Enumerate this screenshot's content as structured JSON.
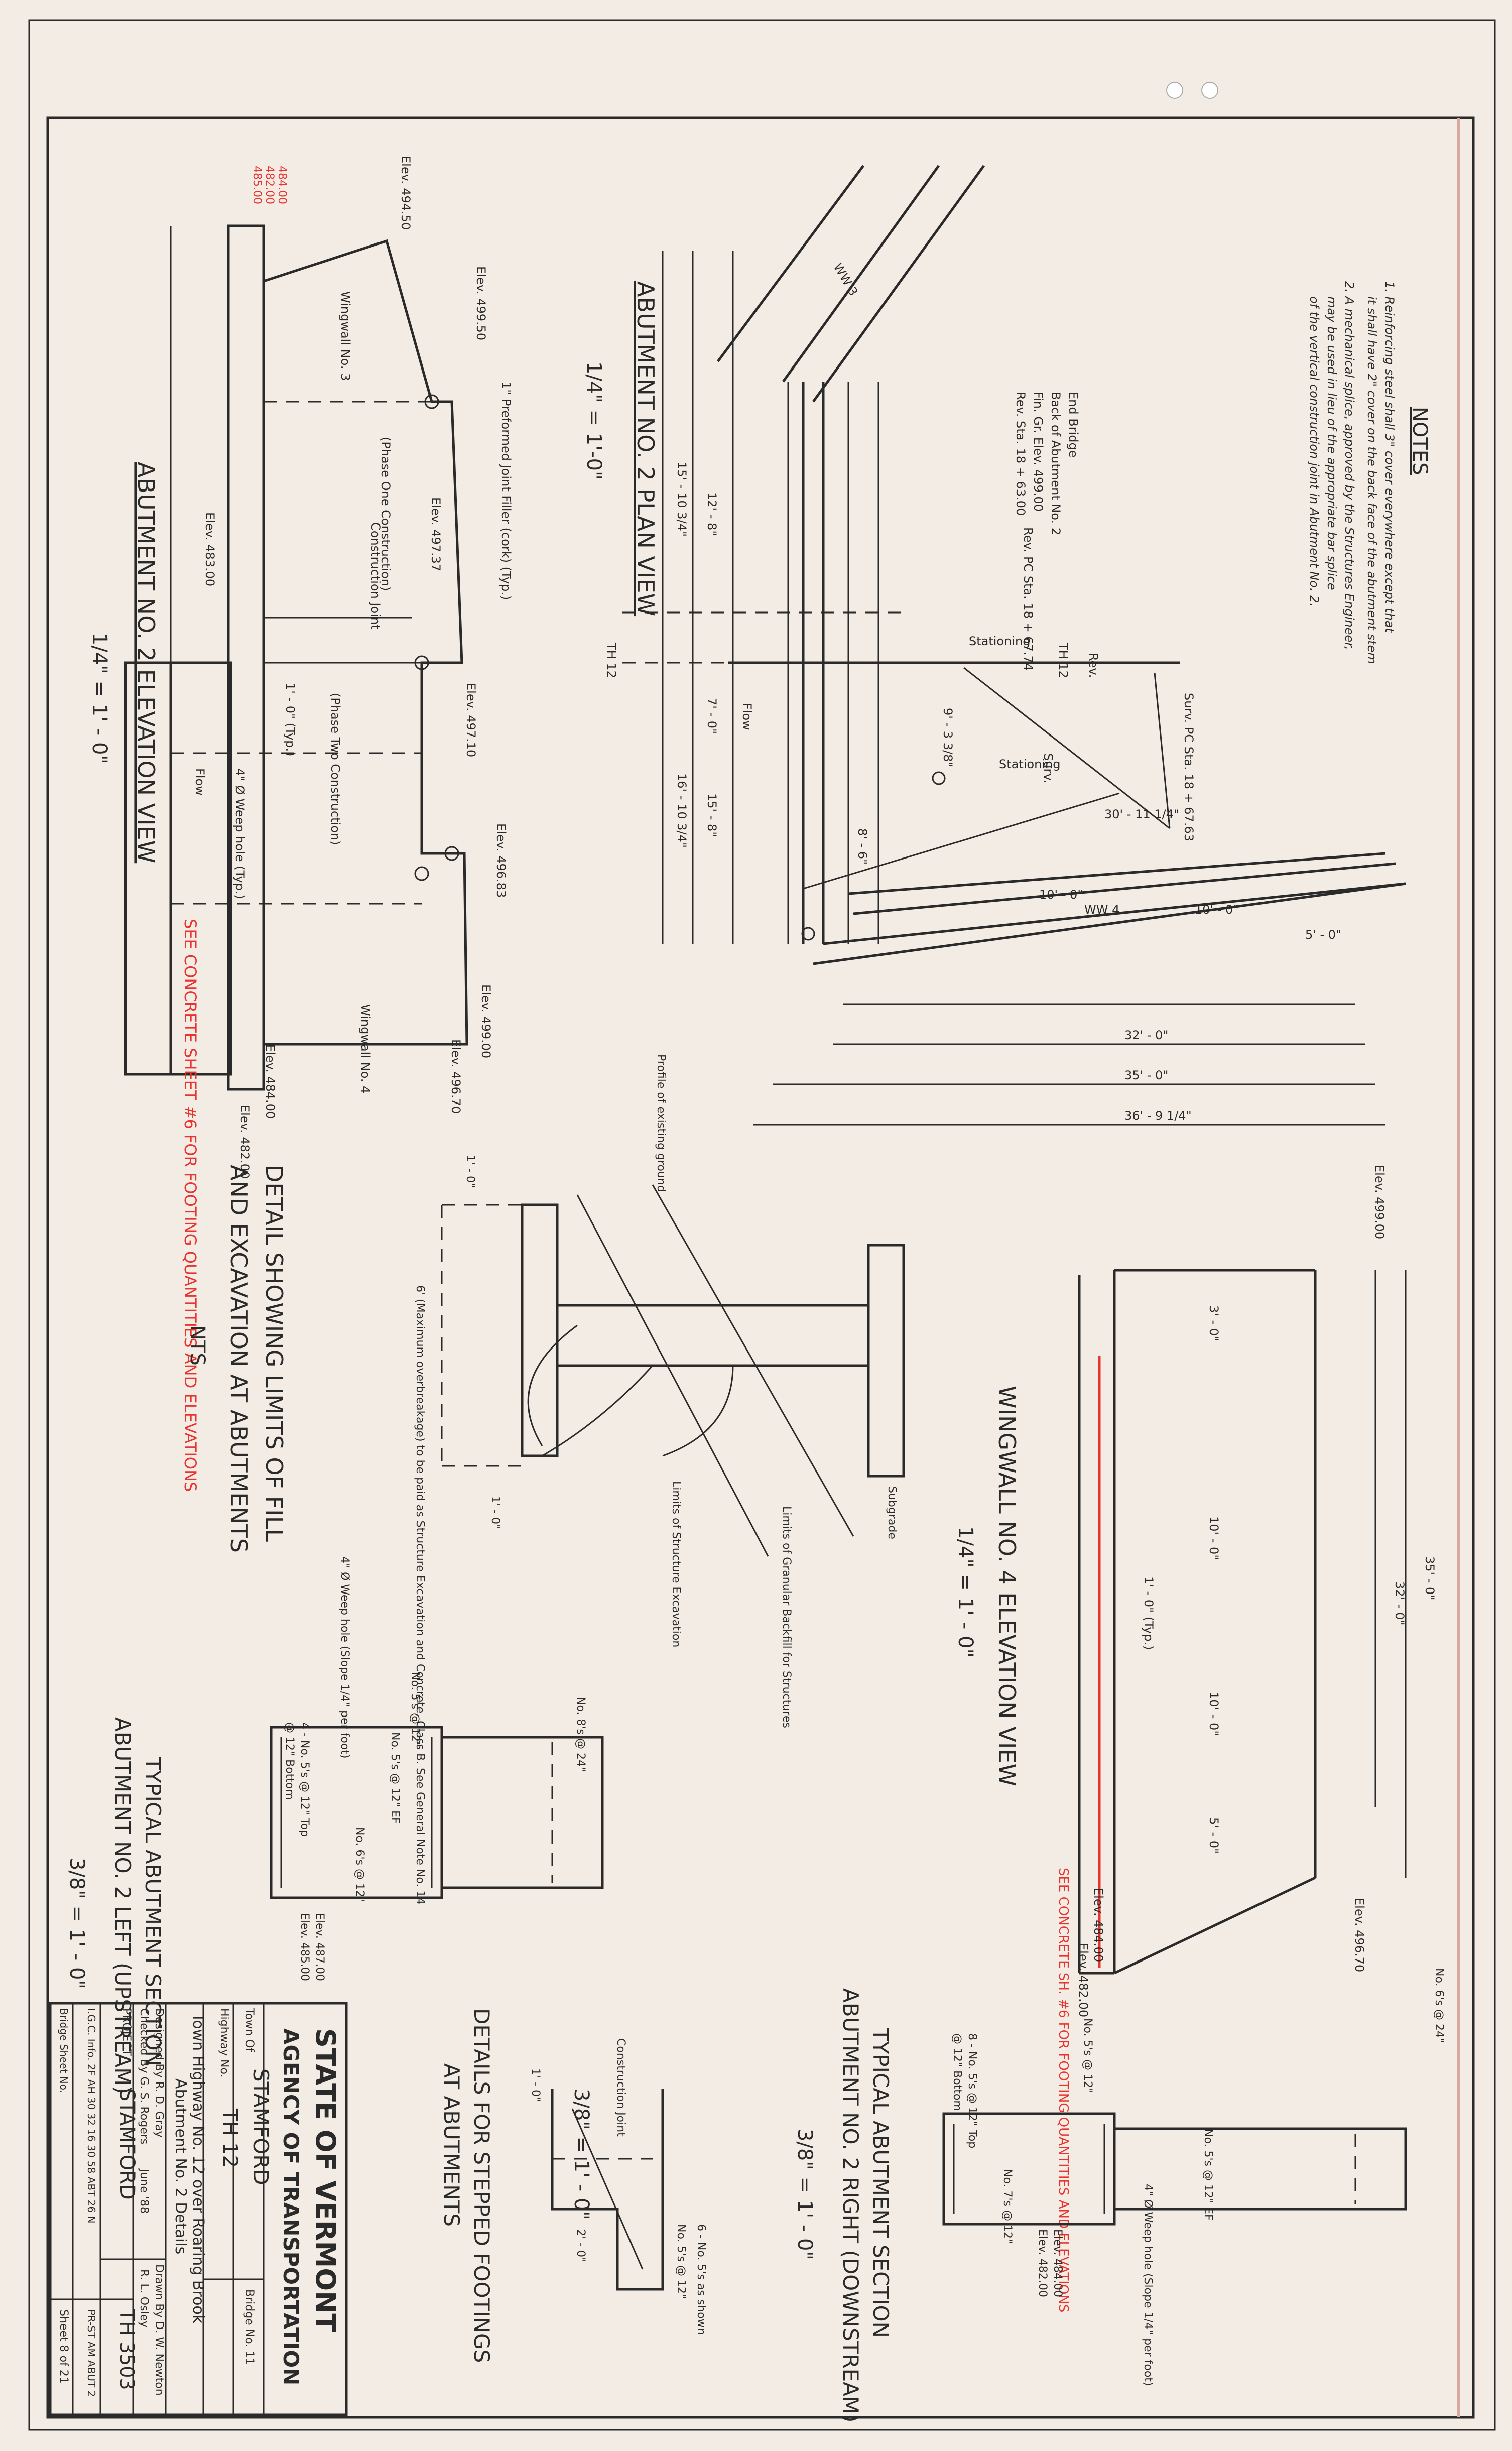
{
  "notes": {
    "title": "NOTES",
    "items": [
      "1. Reinforcing steel shall 3\" cover everywhere except that",
      "it shall have 2\" cover on the back face of the abutment stem",
      "2. A mechanical splice, approved by the Structures Engineer,",
      "may be used in lieu of the appropriate bar splice",
      "of the vertical construction joint in Abutment No. 2."
    ]
  },
  "plan_view": {
    "title": "ABUTMENT NO. 2 PLAN VIEW",
    "scale": "1/4\" = 1'-0\"",
    "labels": [
      "End Bridge",
      "Back of Abutment No. 2",
      "Fin. Gr. Elev. 499.00",
      "Rev. Sta. 18 + 63.00",
      "Rev. PC Sta. 18 + 67.74",
      "Surv. PC Sta. 18 + 67.63",
      "Stationing",
      "Stationing",
      "Flow",
      "WW 3",
      "WW 4",
      "TH 12",
      "TH 12",
      "Rev.",
      "Surv.",
      "30' - 11 1/4\"",
      "32' - 0\"",
      "35' - 0\"",
      "36' - 9 1/4\"",
      "10' - 0\"",
      "10' - 0\"",
      "5' - 0\"",
      "15' - 10 3/4\"",
      "16' - 10 3/4\"",
      "12' - 8\"",
      "15' - 8\"",
      "7' - 0\"",
      "9' - 3 3/8\"",
      "8' - 6\""
    ]
  },
  "elevation_view": {
    "title": "ABUTMENT NO. 2 ELEVATION VIEW",
    "scale": "1/4\" = 1' - 0\"",
    "labels": [
      "Elev. 494.50",
      "Elev. 499.50",
      "Elev. 497.37",
      "Elev. 497.10",
      "Elev. 496.83",
      "Elev. 499.00",
      "Elev. 496.70",
      "Elev. 484.00",
      "Elev. 482.00",
      "Elev. 483.00",
      "1\" Preformed Joint Filler (cork) (Typ.)",
      "(Phase One Construction)",
      "Construction Joint",
      "(Phase Two Construction)",
      "Wingwall No. 3",
      "Wingwall No. 4",
      "4\" Ø Weep hole (Typ.)",
      "Flow",
      "1' - 0\" (Typ.)"
    ],
    "red_note": "SEE CONCRETE SHEET #6 FOR FOOTING QUANTITIES AND ELEVATIONS"
  },
  "red_elevations": [
    "484.00",
    "482.00",
    "485.00"
  ],
  "detail_limits": {
    "title_1": "DETAIL SHOWING LIMITS OF FILL",
    "title_2": "AND EXCAVATION AT ABUTMENTS",
    "scale": "NTS",
    "labels": [
      "Profile of existing ground",
      "6' (Maximum overbreakage) to be paid as Structure Excavation and Concrete, Class B. See General Note No. 14",
      "Limits of Structure Excavation",
      "Limits of Granular Backfill for Structures",
      "Subgrade",
      "1' - 0\"",
      "1' - 0\""
    ]
  },
  "wingwall_view": {
    "title": "WINGWALL NO. 4 ELEVATION VIEW",
    "scale": "1/4\" = 1' - 0\"",
    "labels": [
      "Elev. 499.00",
      "Elev. 496.70",
      "Elev. 484.00",
      "Elev. 482.00",
      "35' - 0\"",
      "32' - 0\"",
      "10' - 0\"",
      "10' - 0\"",
      "5' - 0\"",
      "3' - 0\"",
      "1' - 0\" (Typ.)"
    ],
    "red_note": "SEE CONCRETE SH. #6 FOR FOOTING QUANTITIES AND ELEVATIONS"
  },
  "left_section": {
    "title_1": "TYPICAL ABUTMENT SECTION",
    "title_2": "ABUTMENT NO. 2 LEFT (UPSTREAM)",
    "scale": "3/8\" = 1' - 0\"",
    "labels": [
      "No. 5's @ 12\"",
      "No. 6's @ 12\"",
      "No. 5's @ 12\" EF",
      "4 - No. 5's @ 12\" Top",
      "@ 12\" Bottom",
      "Elev. 487.00",
      "Elev. 485.00",
      "4\" Ø Weep hole (Slope 1/4\" per foot)",
      "No. 8's @ 24\""
    ]
  },
  "right_section": {
    "title_1": "TYPICAL ABUTMENT SECTION",
    "title_2": "ABUTMENT NO. 2 RIGHT (DOWNSTREAM)",
    "scale": "3/8\" = 1' - 0\"",
    "labels": [
      "No. 5's @ 12\"",
      "No. 5's @ 12\" EF",
      "8 - No. 5's @ 12\" Top",
      "@ 12\" Bottom",
      "Elev. 484.00",
      "Elev. 482.00",
      "No. 6's @ 24\"",
      "No. 7's @ 12\"",
      "4\" Ø Weep hole (Slope 1/4\" per foot)"
    ]
  },
  "stepped_footings": {
    "title_1": "DETAILS FOR STEPPED FOOTINGS",
    "title_2": "AT ABUTMENTS",
    "scale": "3/8\" = 1' - 0\"",
    "labels": [
      "Construction Joint",
      "No. 5's @ 12\"",
      "6 - No. 5's as shown",
      "1' - 0\"",
      "2' - 0\""
    ]
  },
  "title_block": {
    "agency_1": "STATE OF VERMONT",
    "agency_2": "AGENCY OF TRANSPORTATION",
    "town_label": "Town Of",
    "town": "STAMFORD",
    "highway_label": "Highway No.",
    "highway": "TH 12",
    "bridge_no": "Bridge No. 11",
    "description_1": "Town Highway No. 12 over Roaring Brook",
    "description_2": "Abutment No. 2 Details",
    "designed_by": "Designed By  R. D. Gray",
    "drawn_by": "Drawn By  D. W. Newton",
    "checked_by": "Checked By  G. S. Rogers",
    "date_1": "June '88",
    "supervisor": "R. L. Osley",
    "project_label": "PROJECT",
    "project": "STAMFORD",
    "project_no": "TH 3503",
    "info": "I.G.C. Info. 2F AH 30 32 16 30 58 ABT 26 N",
    "project_code": "PR-ST AM ABUT 2",
    "bridge_sheet": "Bridge Sheet No.",
    "sheet": "Sheet 8 of 21"
  }
}
